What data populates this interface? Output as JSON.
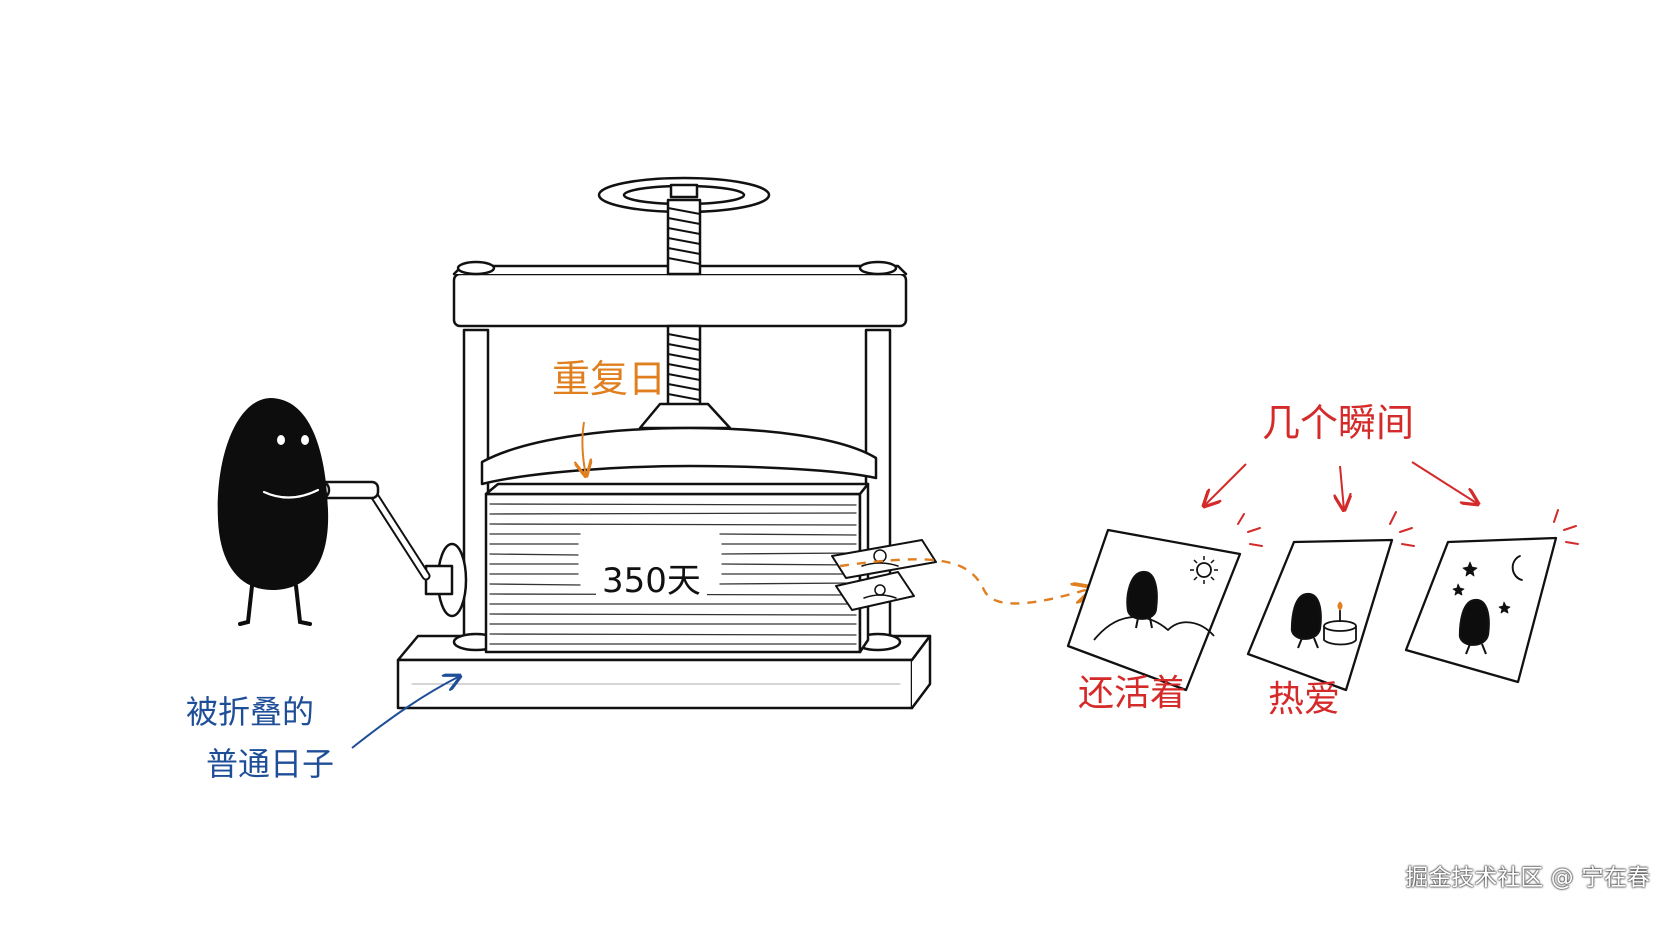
{
  "labels": {
    "repeat_days": "重复日",
    "count_days": "350天",
    "folded_days_line1": "被折叠的",
    "folded_days_line2": "普通日子",
    "few_moments": "几个瞬间",
    "moment_alive": "还活着",
    "moment_love": "热爱"
  },
  "watermark": "掘金技术社区 @ 宁在春",
  "colors": {
    "ink": "#111111",
    "orange": "#E07F1F",
    "red": "#D42A2A",
    "blue": "#1F4E99",
    "creature": "#0d0d0d"
  }
}
